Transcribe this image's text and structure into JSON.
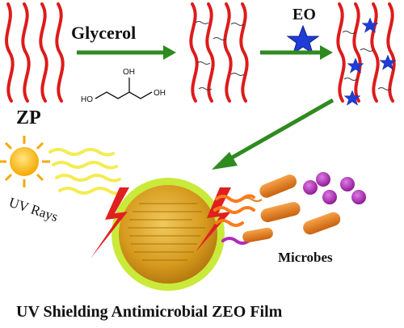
{
  "labels": {
    "zp": "ZP",
    "glycerol": "Glycerol",
    "eo": "EO",
    "oh_left": "HO",
    "oh_top": "OH",
    "oh_right": "OH",
    "uv_rays": "UV Rays",
    "microbes": "Microbes",
    "film_caption": "UV Shielding Antimicrobial ZEO Film"
  },
  "colors": {
    "protein_chain": "#dd1b1b",
    "arrow_green": "#2f8a1f",
    "star_blue": "#1f3cd6",
    "sun_yellow": "#ffc21a",
    "uv_wave": "#f4ec52",
    "lightning": "#e02020",
    "film_ring": "#c9ea3a",
    "film_fill": "#d79a1d",
    "bacteria_orange": "#e8801e",
    "microbe_purple": "#b02bb8"
  },
  "icons": {
    "sun": "sun-icon",
    "star": "star-icon",
    "lightning": "lightning-bolt-icon",
    "microbe": "microbe-icon"
  }
}
